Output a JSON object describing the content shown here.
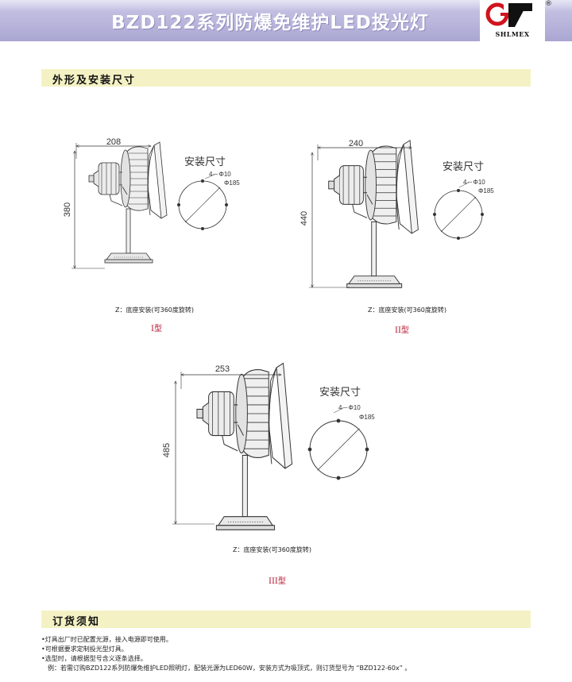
{
  "header": {
    "title": "BZD122系列防爆免维护LED投光灯"
  },
  "logo": {
    "word": "SHLMEX",
    "registered": "®"
  },
  "sections": {
    "dimensions": "外形及安装尺寸",
    "ordering": "订货须知"
  },
  "drawings": [
    {
      "type_label": "I型",
      "width": "208",
      "height": "380",
      "install_title": "安装尺寸",
      "holes": "4－Φ10",
      "diameter": "Φ185",
      "caption": "Z：底座安装(可360度旋转)"
    },
    {
      "type_label": "II型",
      "width": "240",
      "height": "440",
      "install_title": "安装尺寸",
      "holes": "4－Φ10",
      "diameter": "Φ185",
      "caption": "Z：底座安装(可360度旋转)"
    },
    {
      "type_label": "III型",
      "width": "253",
      "height": "485",
      "install_title": "安装尺寸",
      "holes": "4－Φ10",
      "diameter": "Φ185",
      "caption": "Z：底座安装(可360度旋转)"
    }
  ],
  "notes": [
    "•灯具出厂时已配置光源，接入电源即可使用。",
    "•可根据要求定制投光型灯具。",
    "•选型时，请根据型号含义逐条选择。",
    "　例：若需订购BZD122系列防爆免维护LED照明灯，配装光源为LED60W，安装方式为吸顶式，则订货型号为 “BZD122-60x” 。"
  ]
}
